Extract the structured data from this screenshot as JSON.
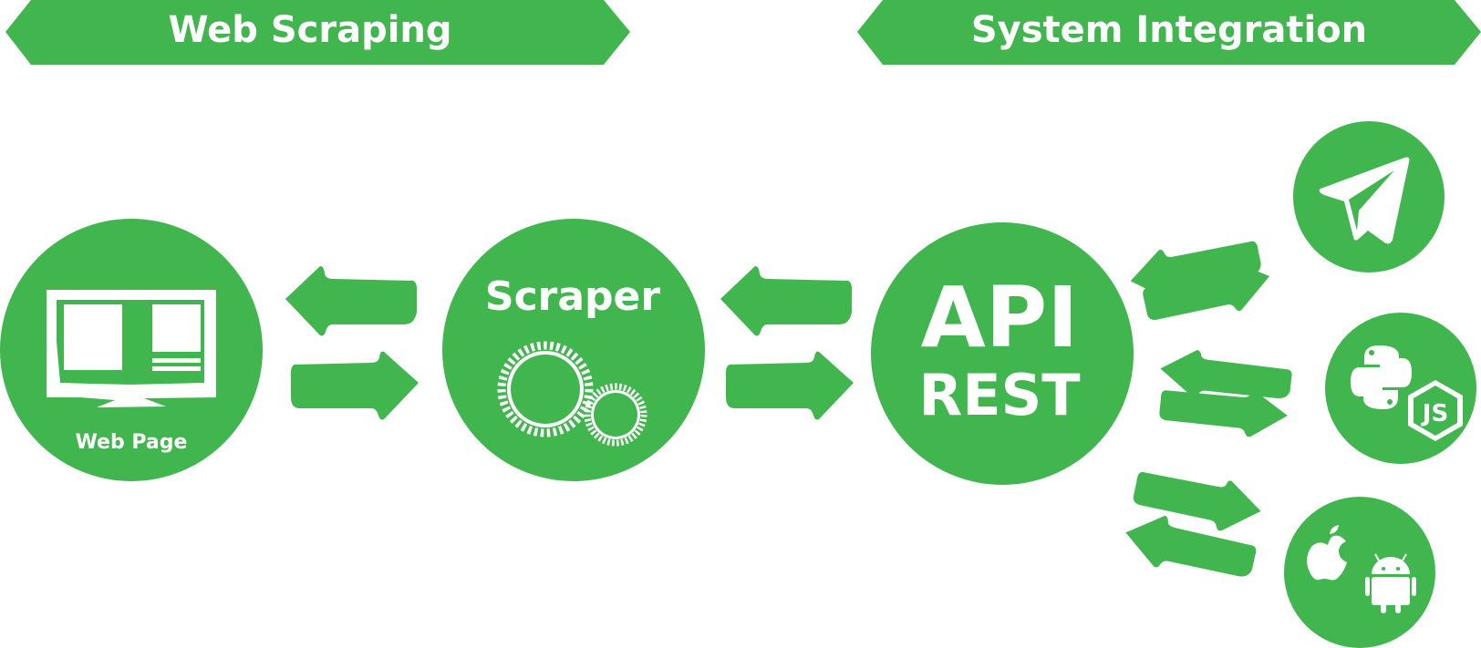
{
  "colors": {
    "green": "#41b64f",
    "white": "#ffffff",
    "background": "#ffffff"
  },
  "banners": {
    "left": {
      "label": "Web Scraping"
    },
    "right": {
      "label": "System Integration"
    }
  },
  "nodes": {
    "web_page": {
      "label": "Web Page",
      "icon": "monitor-icon"
    },
    "scraper": {
      "label": "Scraper",
      "icon": "gears-icon"
    },
    "api": {
      "title": "API",
      "subtitle": "REST"
    },
    "telegram": {
      "icon": "telegram-icon"
    },
    "languages": {
      "icons": [
        "python-icon",
        "nodejs-icon"
      ]
    },
    "mobile": {
      "icons": [
        "apple-icon",
        "android-icon"
      ]
    }
  }
}
